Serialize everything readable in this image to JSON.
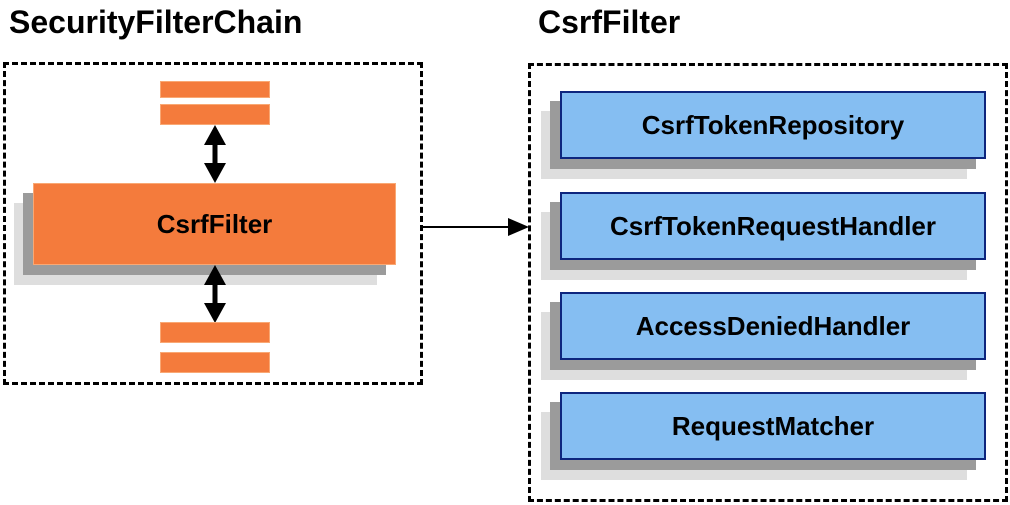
{
  "left_panel": {
    "title": "SecurityFilterChain",
    "csrf_filter_label": "CsrfFilter"
  },
  "right_panel": {
    "title": "CsrfFilter",
    "components": [
      {
        "label": "CsrfTokenRepository"
      },
      {
        "label": "CsrfTokenRequestHandler"
      },
      {
        "label": "AccessDeniedHandler"
      },
      {
        "label": "RequestMatcher"
      }
    ]
  },
  "icons": {
    "bidirectional_arrow": "double-headed-vertical-arrow",
    "association_arrow": "right-pointing-arrow"
  },
  "colors": {
    "orange_fill": "#F47B3C",
    "orange_border": "#F9A874",
    "blue_fill": "#85BEF2",
    "blue_border": "#0E267E",
    "shadow_dark": "#9B9B9B",
    "shadow_light": "#DEDEDE",
    "dashed_border": "#000000",
    "arrow": "#000000",
    "text": "#000000",
    "background": "#FFFFFF"
  }
}
